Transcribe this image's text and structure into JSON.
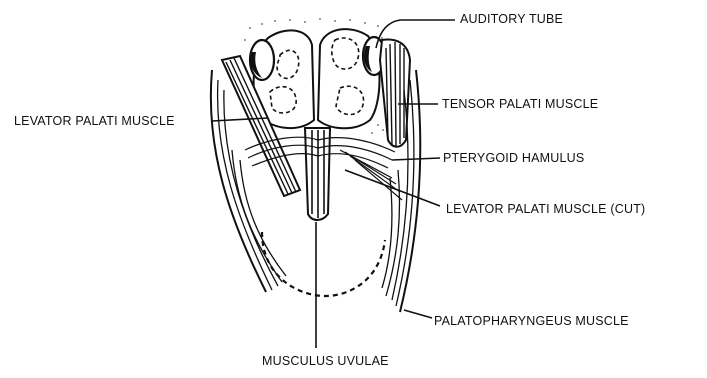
{
  "labels": {
    "auditory_tube": "AUDITORY TUBE",
    "tensor_palati": "TENSOR PALATI MUSCLE",
    "levator_palati": "LEVATOR PALATI MUSCLE",
    "pterygoid_hamulus": "PTERYGOID HAMULUS",
    "levator_palati_cut": "LEVATOR PALATI MUSCLE (CUT)",
    "palatopharyngeus": "PALATOPHARYNGEUS MUSCLE",
    "musculus_uvulae": "MUSCULUS UVULAE"
  }
}
